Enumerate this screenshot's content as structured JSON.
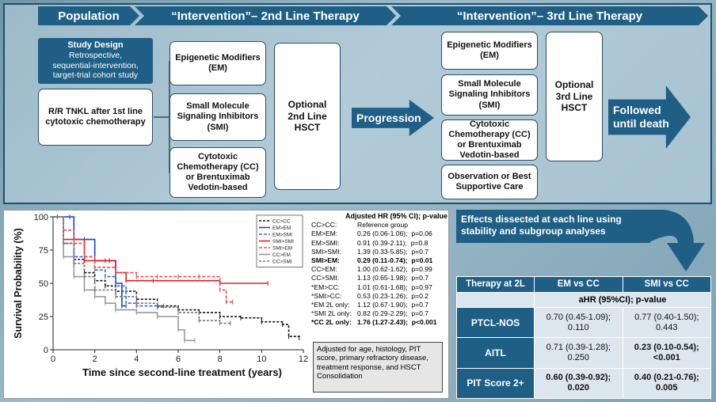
{
  "header": {
    "population": "Population",
    "intervention2": "“Intervention”– 2nd Line Therapy",
    "intervention3": "“Intervention”– 3rd Line Therapy"
  },
  "study_design": {
    "title": "Study Design",
    "line1": "Retrospective,",
    "line2": "sequential-intervention,",
    "line3": "target-trial cohort study"
  },
  "population_box": "R/R TNKL after 1st line cytotoxic chemotherapy",
  "line2_options": [
    "Epigenetic Modifiers (EM)",
    "Small Molecule Signaling Inhibitors (SMI)",
    "Cytotoxic Chemotherapy (CC) or Brentuximab Vedotin-based"
  ],
  "hsct2": {
    "l1": "Optional",
    "l2": "2nd Line",
    "l3": "HSCT"
  },
  "progression": "Progression",
  "line3_options": [
    "Epigenetic Modifiers (EM)",
    "Small Molecule Signaling Inhibitors (SMI)",
    "Cytotoxic Chemotherapy (CC) or Brentuximab Vedotin-based",
    "Observation or Best Supportive Care"
  ],
  "hsct3": {
    "l1": "Optional",
    "l2": "3rd Line",
    "l3": "HSCT"
  },
  "followed": {
    "l1": "Followed",
    "l2": "until death"
  },
  "chart_data": {
    "type": "line",
    "xlabel": "Time since second-line treatment (years)",
    "ylabel": "Survival Probability (%)",
    "xlim": [
      0,
      12
    ],
    "ylim": [
      0,
      100
    ],
    "xticks": [
      "0",
      "2",
      "4",
      "6",
      "8",
      "10",
      "12"
    ],
    "yticks": [
      "0",
      "25",
      "50",
      "75",
      "100"
    ],
    "legend_position": "top-right",
    "series": [
      {
        "name": "CC>CC",
        "color": "#111111",
        "dash": "3,2",
        "x": [
          0,
          0.5,
          1,
          1.5,
          2,
          2.5,
          3,
          4,
          5,
          6,
          7,
          8,
          9,
          10,
          11,
          11.3,
          11.8
        ],
        "y": [
          100,
          80,
          68,
          58,
          52,
          48,
          44,
          38,
          33,
          30,
          28,
          25,
          24,
          21,
          19,
          10,
          9
        ]
      },
      {
        "name": "EM>EM",
        "color": "#1f3fcf",
        "dash": "",
        "x": [
          0,
          0.2,
          0.8,
          1,
          1.5,
          2,
          2.7,
          3,
          3.3,
          3.5
        ],
        "y": [
          100,
          100,
          100,
          83,
          83,
          67,
          67,
          50,
          33,
          33
        ]
      },
      {
        "name": "EM>SMI",
        "color": "#3b6fe0",
        "dash": "4,2",
        "x": [
          0,
          0.5,
          1,
          2,
          2.5,
          3,
          3.5,
          4,
          5.3
        ],
        "y": [
          100,
          80,
          70,
          60,
          55,
          48,
          35,
          33,
          33
        ]
      },
      {
        "name": "SMI>SMI",
        "color": "#e02020",
        "dash": "",
        "x": [
          0,
          0.5,
          1,
          1.5,
          2.5,
          3,
          3.5,
          4.8,
          8,
          10.3
        ],
        "y": [
          100,
          83,
          83,
          67,
          67,
          58,
          52,
          52,
          50,
          50
        ]
      },
      {
        "name": "SMI>EM",
        "color": "#e85050",
        "dash": "4,2",
        "x": [
          0,
          0.5,
          1,
          1.5,
          2,
          3,
          4,
          5,
          6,
          7,
          8,
          8.3,
          8.6
        ],
        "y": [
          100,
          90,
          80,
          70,
          62,
          58,
          55,
          55,
          55,
          55,
          45,
          36,
          36
        ]
      },
      {
        "name": "CC>EM",
        "color": "#999999",
        "dash": "",
        "x": [
          0,
          0.5,
          1,
          1.5,
          2,
          2.5,
          3,
          4,
          5,
          6,
          6.3,
          6.8
        ],
        "y": [
          100,
          70,
          55,
          45,
          40,
          35,
          30,
          28,
          25,
          15,
          7,
          7
        ]
      },
      {
        "name": "CC>SMI",
        "color": "#777777",
        "dash": "3,2",
        "x": [
          0,
          0.5,
          1,
          1.5,
          2,
          3,
          4,
          5,
          6,
          7,
          8,
          8.5
        ],
        "y": [
          100,
          80,
          65,
          55,
          45,
          40,
          35,
          32,
          28,
          22,
          20,
          20
        ]
      }
    ]
  },
  "hr_table": {
    "header": "Adjusted HR (95% CI); p-value",
    "rows": [
      {
        "label": "CC>CC:",
        "value": "Reference group",
        "bold": false
      },
      {
        "label": "EM>EM:",
        "value": "0.26 (0.06-1.06);  p=0.06",
        "bold": false
      },
      {
        "label": "EM>SMI:",
        "value": "0.91 (0.39-2.11);  p=0.8",
        "bold": false
      },
      {
        "label": "SMI>SMI:",
        "value": "1.39 (0.33-5.85);  p=0.7",
        "bold": false
      },
      {
        "label": "SMI>EM:",
        "value": "0.29 (0.11-0.74);  p=0.01",
        "bold": true
      },
      {
        "label": "CC>EM:",
        "value": "1.00 (0.62-1.62);  p=0.99",
        "bold": false
      },
      {
        "label": "CC>SMI:",
        "value": "1.13 (0.65-1.98);  p=0.7",
        "bold": false
      },
      {
        "label": "*EM>CC:",
        "value": "1.01 (0.61-1.68);  p=0.97",
        "bold": false
      },
      {
        "label": "*SMI>CC:",
        "value": "0.53 (0.23-1.26);  p=0.2",
        "bold": false
      },
      {
        "label": "*EM 2L only:",
        "value": "1.12 (0.67-1.90);  p=0.7",
        "bold": false
      },
      {
        "label": "*SMI 2L only:",
        "value": "0.82 (0.29-2.29);  p=0.7",
        "bold": false
      },
      {
        "label": "*CC 2L only:",
        "value": "1.76 (1.27-2.43);  p<0.001",
        "bold": true
      }
    ]
  },
  "adjusted_note": "Adjusted for age, histology, PIT score, primary refractory disease, treatment response, and HSCT Consolidation",
  "effects": "Effects dissected at each line using stability and subgroup analyses",
  "results_table": {
    "col0": "Therapy at 2L",
    "col1": "EM vs CC",
    "col2": "SMI vs CC",
    "subheader": "aHR (95%CI); p-value",
    "rows": [
      {
        "label": "PTCL-NOS",
        "em1": "0.70 (0.45-1.09);",
        "em2": "0.110",
        "smi1": "0.77 (0.40-1.50);",
        "smi2": "0.443",
        "em_bold": false,
        "smi_bold": false
      },
      {
        "label": "AITL",
        "em1": "0.71 (0.39-1.28);",
        "em2": "0.250",
        "smi1": "0.23 (0.10-0.54);",
        "smi2": "<0.001",
        "em_bold": false,
        "smi_bold": true
      },
      {
        "label": "PIT Score 2+",
        "em1": "0.60 (0.39-0.92);",
        "em2": "0.020",
        "smi1": "0.40 (0.21-0.76);",
        "smi2": "0.005",
        "em_bold": true,
        "smi_bold": true
      }
    ]
  }
}
